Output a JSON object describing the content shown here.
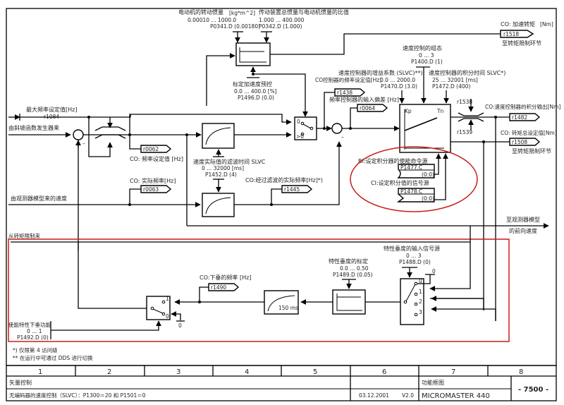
{
  "inertia": {
    "motor_label": "电动机的转动惯量",
    "motor_unit": "[kg*m^2]",
    "motor_range": "0.00010 ... 1000.0",
    "motor_param": "P0341.D (0.00180)",
    "ratio_label": "传动装置总惯量与电动机惯量的比值",
    "ratio_range": "1.000 ... 400.000",
    "ratio_param": "P0342.D (1.000)"
  },
  "accel_torque": {
    "label": "CO: 加速转矩",
    "unit": "[Nm]",
    "connector": "r1518",
    "dest": "至转矩限制环节"
  },
  "accel_precontrol": {
    "label": "标定加速度预控",
    "range": "0.0 ... 400.0  [%]",
    "param": "P1496.D (0.0)"
  },
  "input": {
    "max_freq_label": "最大频率设定值[Hz]",
    "max_freq_connector": "r1084",
    "ramp_label": "由斜坡函数发生器来",
    "freq_setpoint_connector": "r0062",
    "freq_setpoint_label": "CO: 频率设定值 [Hz]",
    "actual_freq_label": "CO: 实际频率[Hz]",
    "actual_freq_connector": "r0063",
    "observer_label": "由观测器模型来的速度",
    "from_torque_limit": "从转矩限制来"
  },
  "filter": {
    "label": "速度实际值的滤波时间 SLVC",
    "range": "0 ... 32000  [ms]",
    "param": "P1452.D (4)",
    "filtered_label": "CO:经过滤波的实际频率[Hz]*)",
    "filtered_connector": "r1445"
  },
  "switch_accel": {
    "pos0": "0",
    "pos1": ">0"
  },
  "controller": {
    "config_label": "速度控制的组态",
    "config_range": "0 ... 3",
    "config_param": "P1400.D (1)",
    "gain_label": "速度控制器的增益系数 (SLVC)**)",
    "gain_range": "0.0 ... 2000.0",
    "gain_param": "P1470.D (3.0)",
    "setpoint_label": "CO控制器的频率设定值[Hz]",
    "setpoint_connector": "r1438",
    "tn_label": "速度控制器的积分时间 SLVC*)",
    "tn_range": "25 ... 32001  [ms]",
    "tn_param": "P1472.D (400)",
    "err_label": "频率控制器的输入偏差 [Hz]",
    "err_connector": "r0064",
    "kp": "Kp",
    "tn": "Tn",
    "upper_limit": "r1538",
    "lower_limit": "r1539",
    "integral_label": "CO:速度控制器的积分输出[Nm]",
    "integral_connector": "r1482",
    "torque_setpoint_label": "CO: 转矩总设定值[Nm]",
    "torque_setpoint_connector": "r1508",
    "torque_dest": "至转矩限制环节"
  },
  "integrator": {
    "enable_label": "BI:设定积分器的使能命令源",
    "enable_param": "P1477.C",
    "enable_default": "(0:0)",
    "value_label": "CI:设定积分值的信号源",
    "value_param": "P1478.C",
    "value_default": "(0:0)"
  },
  "observer_out": {
    "line1": "至观测器模型",
    "line2": "的前向速度"
  },
  "droop": {
    "enable_label": "使能特性下垂功能",
    "enable_range": "0 ... 1",
    "enable_param": "P1492.D (0)",
    "freq_label": "CO:下垂的频率 [Hz]",
    "freq_connector": "r1490",
    "filter_time": "150 ms",
    "scale_label": "特性垂度的标定",
    "scale_range": "0.0 ... 0.50",
    "scale_param": "P1489.D (0.05)",
    "src_label": "特性垂度的输入信号源",
    "src_range": "0 ... 3",
    "src_param": "P1488.D (0)",
    "positions": [
      "0",
      "1",
      "2",
      "3"
    ],
    "ground": "0",
    "sw_pos1": "1",
    "sw_pos0": "0"
  },
  "notes": [
    "*) 仅限第 4 访问级",
    "** 在运行中可通过 DDS 进行切换"
  ],
  "footer": {
    "columns": [
      "1",
      "2",
      "3",
      "4",
      "5",
      "6",
      "7",
      "8"
    ],
    "section": "矢量控制",
    "description": "无编码器的速度控制（SLVC）：P1300＝20 和 P1501＝0",
    "diagram_type": "功能框图",
    "date": "03.12.2001",
    "version": "V2.0",
    "product": "MICROMASTER 440",
    "page": "- 7500 -"
  },
  "colors": {
    "highlight": "#c81e1e",
    "line": "#000000"
  }
}
